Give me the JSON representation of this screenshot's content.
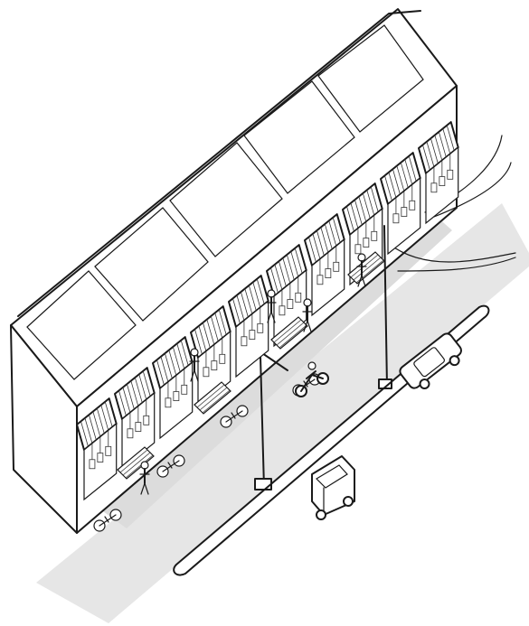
{
  "colors": {
    "background": "#ffffff",
    "ink": "#1a1a1a",
    "pavement": "#dcdcdc",
    "shadow": "#e6e6e6"
  },
  "scene": {
    "stall_count": 10,
    "vehicles": [
      "car",
      "auto-rickshaw",
      "motorcycle",
      "bicycle"
    ]
  }
}
